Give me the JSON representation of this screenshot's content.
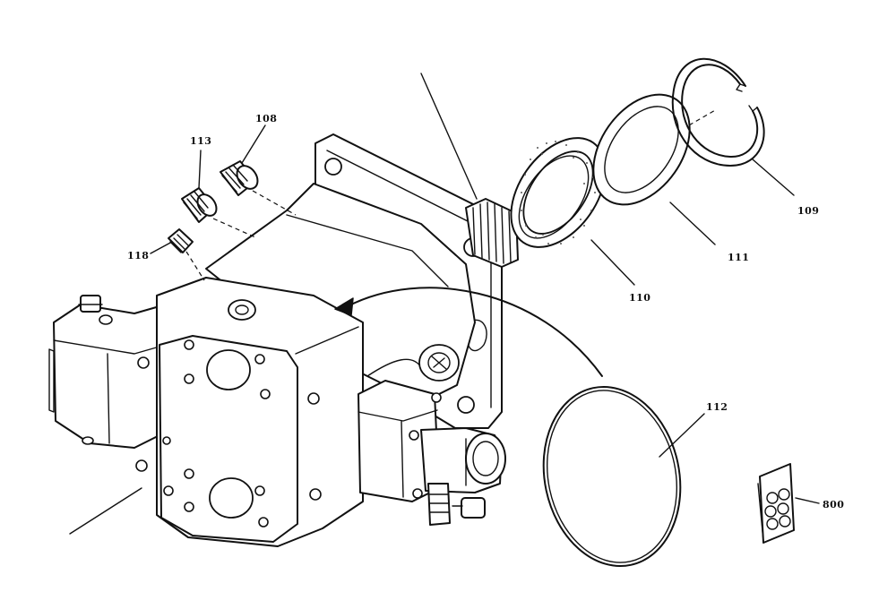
{
  "labels": {
    "p108": "108",
    "p113": "113",
    "p118": "118",
    "p110": "110",
    "p111": "111",
    "p109": "109",
    "p112": "112",
    "p800": "800"
  },
  "colors": {
    "line": "#111111",
    "background": "#ffffff"
  }
}
